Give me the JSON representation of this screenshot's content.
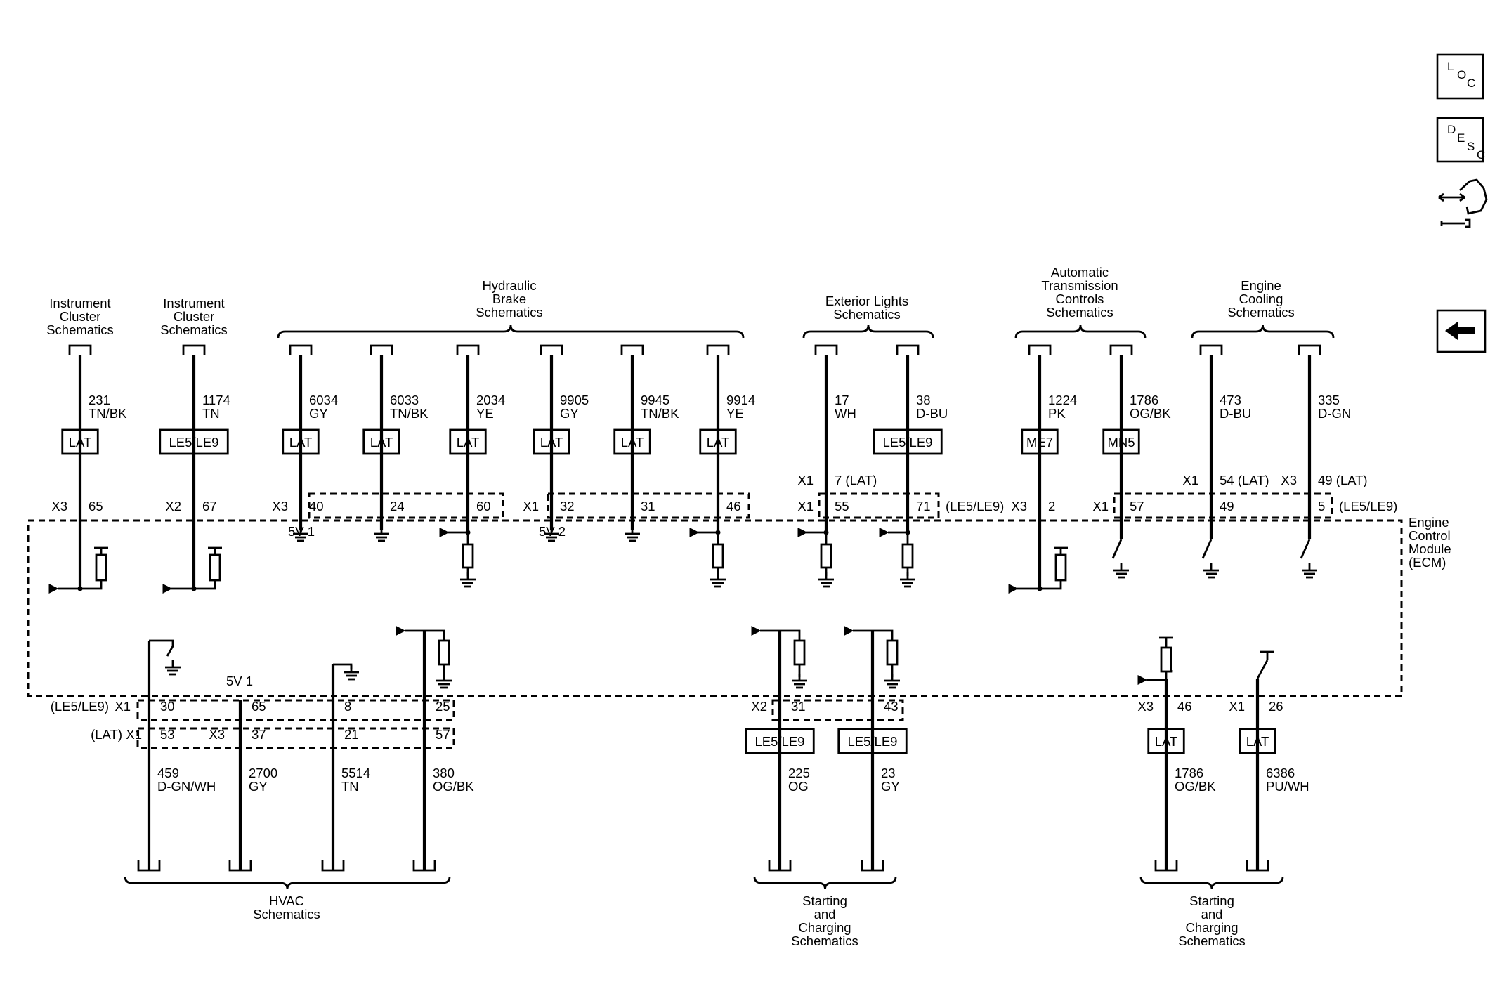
{
  "module": {
    "name_lines": [
      "Engine",
      "Control",
      "Module",
      "(ECM)"
    ]
  },
  "nav": {
    "loc": [
      "L",
      "O",
      "C"
    ],
    "desc": [
      "D",
      "E",
      "S",
      "C"
    ]
  },
  "top_groups": [
    {
      "lines": [
        "Instrument",
        "Cluster",
        "Schematics"
      ]
    },
    {
      "lines": [
        "Instrument",
        "Cluster",
        "Schematics"
      ]
    },
    {
      "lines": [
        "Hydraulic",
        "Brake",
        "Schematics"
      ]
    },
    {
      "lines": [
        "Exterior Lights",
        "Schematics"
      ]
    },
    {
      "lines": [
        "Automatic",
        "Transmission",
        "Controls",
        "Schematics"
      ]
    },
    {
      "lines": [
        "Engine",
        "Cooling",
        "Schematics"
      ]
    }
  ],
  "bottom_groups": [
    {
      "lines": [
        "HVAC",
        "Schematics"
      ]
    },
    {
      "lines": [
        "Starting",
        "and",
        "Charging",
        "Schematics"
      ]
    },
    {
      "lines": [
        "Starting",
        "and",
        "Charging",
        "Schematics"
      ]
    }
  ],
  "top_circuits": [
    {
      "circuit": "231",
      "color": "TN/BK",
      "option": "LAT",
      "connector": "X3",
      "pin": "65"
    },
    {
      "circuit": "1174",
      "color": "TN",
      "option": "LE5/LE9",
      "connector": "X2",
      "pin": "67"
    },
    {
      "circuit": "6034",
      "color": "GY",
      "option": "LAT",
      "connector": "X3",
      "pin": "40",
      "ref": "5V 1"
    },
    {
      "circuit": "6033",
      "color": "TN/BK",
      "option": "LAT",
      "pin": "24"
    },
    {
      "circuit": "2034",
      "color": "YE",
      "option": "LAT",
      "pin": "60"
    },
    {
      "circuit": "9905",
      "color": "GY",
      "option": "LAT",
      "connector": "X1",
      "pin": "32",
      "ref": "5V 2"
    },
    {
      "circuit": "9945",
      "color": "TN/BK",
      "option": "LAT",
      "pin": "31"
    },
    {
      "circuit": "9914",
      "color": "YE",
      "option": "LAT",
      "pin": "46"
    },
    {
      "circuit": "17",
      "color": "WH",
      "connector": "X1",
      "pin": "55",
      "alt": "X1",
      "alt_pin": "7 (LAT)"
    },
    {
      "circuit": "38",
      "color": "D-BU",
      "option": "LE5/LE9",
      "pin": "71",
      "suffix": "(LE5/LE9)"
    },
    {
      "circuit": "1224",
      "color": "PK",
      "option": "ME7",
      "connector": "X3",
      "pin": "2"
    },
    {
      "circuit": "1786",
      "color": "OG/BK",
      "option": "MN5",
      "connector": "X1",
      "pin": "57"
    },
    {
      "circuit": "473",
      "color": "D-BU",
      "pin": "49",
      "alt": "X1",
      "alt_pin": "54 (LAT)"
    },
    {
      "circuit": "335",
      "color": "D-GN",
      "pin": "5",
      "alt": "X3",
      "alt_pin": "49 (LAT)",
      "suffix": "(LE5/LE9)"
    }
  ],
  "bottom_circuits": [
    {
      "circuit": "459",
      "color": "D-GN/WH",
      "pin": "30",
      "pin2": "53"
    },
    {
      "circuit": "2700",
      "color": "GY",
      "pin": "65",
      "pin2": "37",
      "ref": "5V 1"
    },
    {
      "circuit": "5514",
      "color": "TN",
      "pin": "8",
      "pin2": "21"
    },
    {
      "circuit": "380",
      "color": "OG/BK",
      "pin": "25",
      "pin2": "57"
    },
    {
      "circuit": "225",
      "color": "OG",
      "option": "LE5/LE9",
      "connector": "X2",
      "pin": "31"
    },
    {
      "circuit": "23",
      "color": "GY",
      "option": "LE5/LE9",
      "pin": "43"
    },
    {
      "circuit": "1786",
      "color": "OG/BK",
      "option": "LAT",
      "connector": "X3",
      "pin": "46"
    },
    {
      "circuit": "6386",
      "color": "PU/WH",
      "option": "LAT",
      "connector": "X1",
      "pin": "26"
    }
  ],
  "bottom_row_labels": {
    "row1_prefix": "(LE5/LE9)",
    "row1_conn": "X1",
    "row2_prefix": "(LAT)",
    "row2_conn": "X1",
    "row2_conn_b": "X3"
  }
}
